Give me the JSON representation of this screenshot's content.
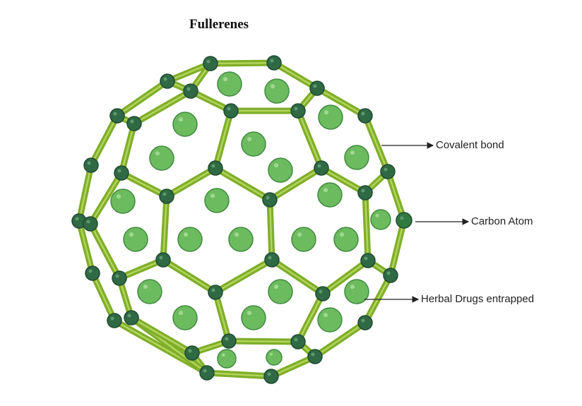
{
  "title": "Fullerenes",
  "labels": {
    "covalent_bond": "Covalent bond",
    "carbon_atom": "Carbon Atom",
    "herbal_drugs": "Herbal Drugs entrapped"
  },
  "colors": {
    "bond": "#7fae2a",
    "bond_highlight": "#b3d45a",
    "atom": "#2f6a45",
    "drug": "#6dbb5f",
    "drug_stroke": "#3f8a3d"
  }
}
